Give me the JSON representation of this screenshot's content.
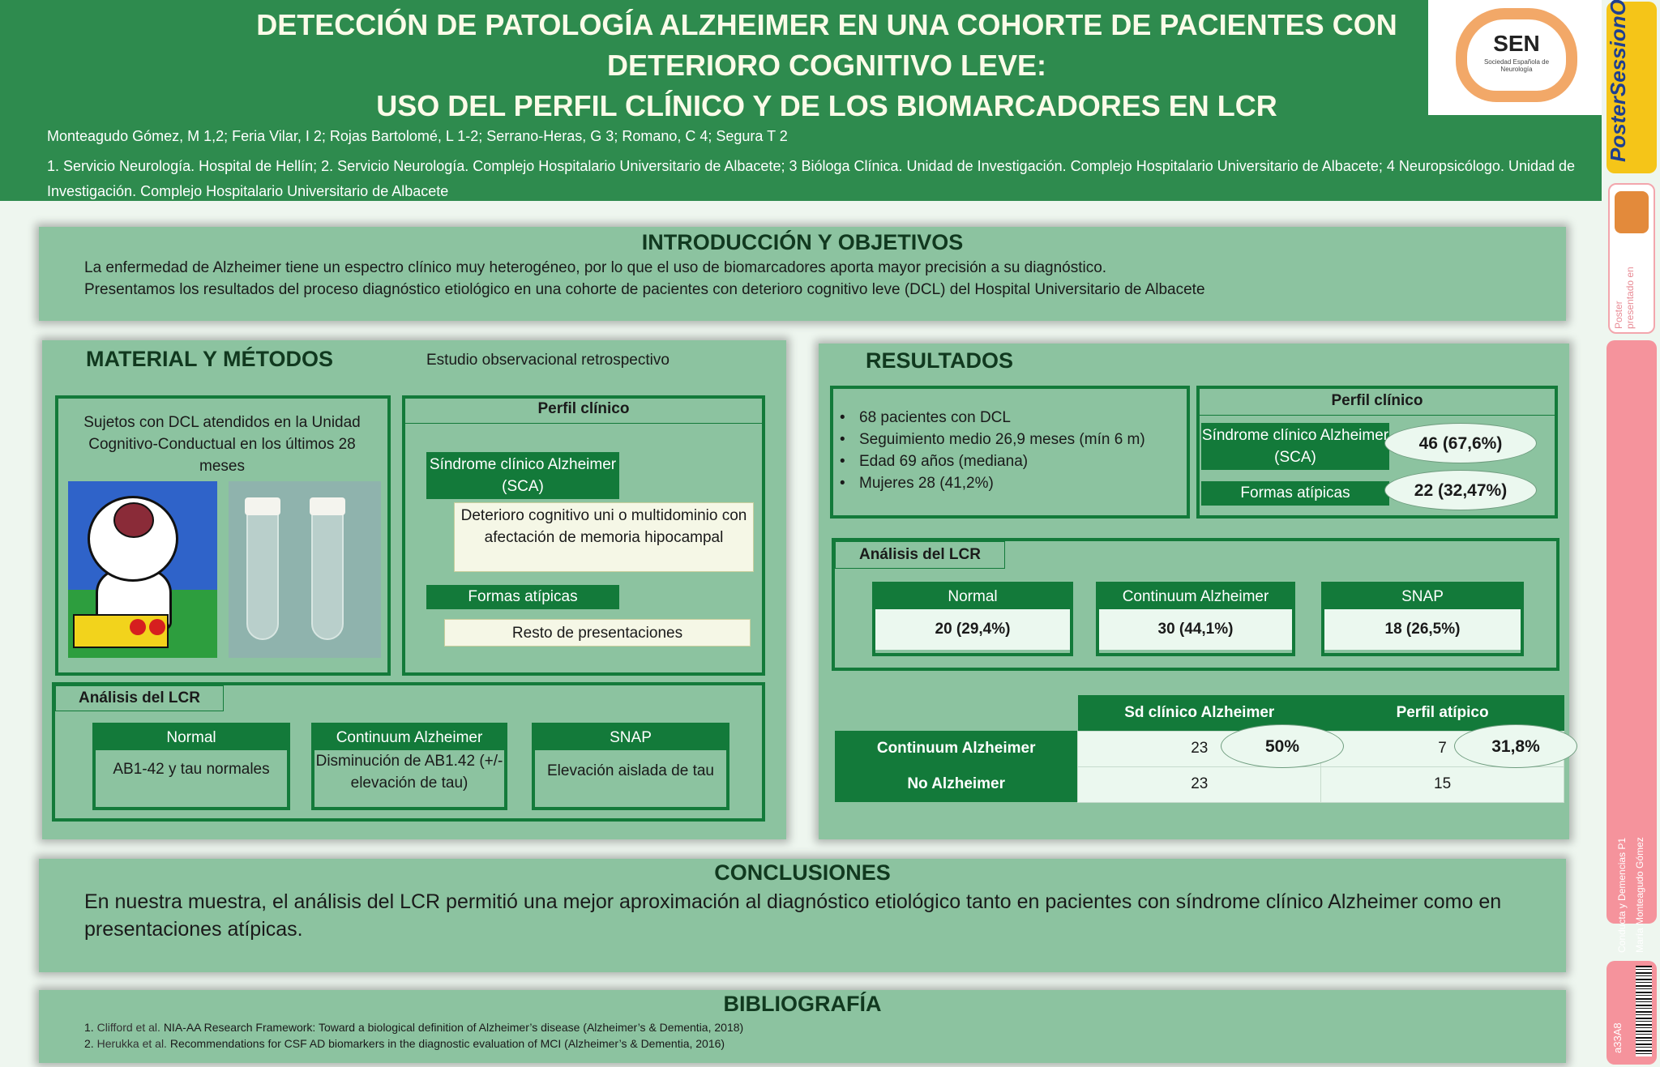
{
  "header": {
    "title_lines": [
      "DETECCIÓN DE PATOLOGÍA ALZHEIMER EN UNA COHORTE DE PACIENTES CON",
      "DETERIORO COGNITIVO LEVE:",
      "USO DEL PERFIL CLÍNICO Y DE LOS BIOMARCADORES EN LCR"
    ],
    "authors": "Monteagudo Gómez, M 1,2; Feria Vilar, I 2; Rojas Bartolomé, L 1-2; Serrano-Heras, G 3; Romano, C 4; Segura T 2",
    "affiliations": "1. Servicio Neurología. Hospital de Hellín; 2. Servicio Neurología. Complejo Hospitalario Universitario de Albacete; 3 Bióloga Clínica. Unidad de Investigación. Complejo Hospitalario Universitario de Albacete; 4 Neuropsicólogo. Unidad de Investigación. Complejo Hospitalario Universitario de Albacete",
    "logo_text": "SEN",
    "logo_sub": "Sociedad Española de Neurología"
  },
  "sidebar": {
    "brand": "PosterSessionOnline",
    "presented": "Poster presentado en",
    "session": "Conducta y Demencias P1",
    "author": "María Monteagudo Gómez",
    "code": "a33A8"
  },
  "intro": {
    "title": "INTRODUCCIÓN Y OBJETIVOS",
    "line1": "La enfermedad de Alzheimer tiene un espectro clínico muy heterogéneo, por lo que el uso de biomarcadores aporta mayor precisión a su diagnóstico.",
    "line2": "Presentamos los resultados del proceso diagnóstico etiológico en una cohorte de pacientes con deterioro cognitivo leve (DCL) del Hospital Universitario de Albacete"
  },
  "methods": {
    "title": "MATERIAL Y MÉTODOS",
    "subtitle": "Estudio observacional retrospectivo",
    "subjects": "Sujetos con DCL atendidos en la Unidad Cognitivo-Conductual en los últimos 28 meses",
    "perfil_title": "Perfil clínico",
    "sca_label": "Síndrome clínico Alzheimer (SCA)",
    "sca_desc": "Deterioro cognitivo uni o multidominio con afectación de memoria hipocampal",
    "atip_label": "Formas atípicas",
    "atip_desc": "Resto de presentaciones",
    "lcr_title": "Análisis del LCR",
    "lcr": [
      {
        "label": "Normal",
        "desc": "AB1-42 y tau normales"
      },
      {
        "label": "Continuum Alzheimer",
        "desc": "Disminución de AB1.42 (+/- elevación de tau)"
      },
      {
        "label": "SNAP",
        "desc": "Elevación aislada de tau"
      }
    ]
  },
  "results": {
    "title": "RESULTADOS",
    "bullets": [
      "68 pacientes con DCL",
      "Seguimiento  medio 26,9 meses (mín 6 m)",
      "Edad 69 años (mediana)",
      "Mujeres 28 (41,2%)"
    ],
    "perfil_title": "Perfil clínico",
    "sca_label": "Síndrome clínico Alzheimer (SCA)",
    "sca_value": "46 (67,6%)",
    "atip_label": "Formas atípicas",
    "atip_value": "22 (32,47%)",
    "lcr_title": "Análisis del LCR",
    "lcr": [
      {
        "label": "Normal",
        "value": "20 (29,4%)"
      },
      {
        "label": "Continuum Alzheimer",
        "value": "30 (44,1%)"
      },
      {
        "label": "SNAP",
        "value": "18 (26,5%)"
      }
    ],
    "table": {
      "col1": "Sd clínico Alzheimer",
      "col2": "Perfil atípico",
      "rows": [
        {
          "label": "Continuum Alzheimer",
          "c1": "23",
          "c2": "7"
        },
        {
          "label": "No Alzheimer",
          "c1": "23",
          "c2": "15"
        }
      ],
      "pct1": "50%",
      "pct2": "31,8%"
    }
  },
  "conclusions": {
    "title": "CONCLUSIONES",
    "text": "En nuestra muestra, el análisis del LCR permitió una mejor aproximación al diagnóstico etiológico tanto en pacientes con síndrome clínico Alzheimer como en presentaciones atípicas."
  },
  "bibliography": {
    "title": "BIBLIOGRAFÍA",
    "items": [
      {
        "n": "1.",
        "author": "Clifford et al.",
        "text": "NIA-AA Research Framework: Toward a biological definition of Alzheimer’s disease (Alzheimer’s & Dementia, 2018)"
      },
      {
        "n": "2.",
        "author": "Herukka et al.",
        "text": "Recommendations for CSF AD biomarkers in the diagnostic evaluation of MCI (Alzheimer’s & Dementia, 2016)"
      }
    ]
  }
}
